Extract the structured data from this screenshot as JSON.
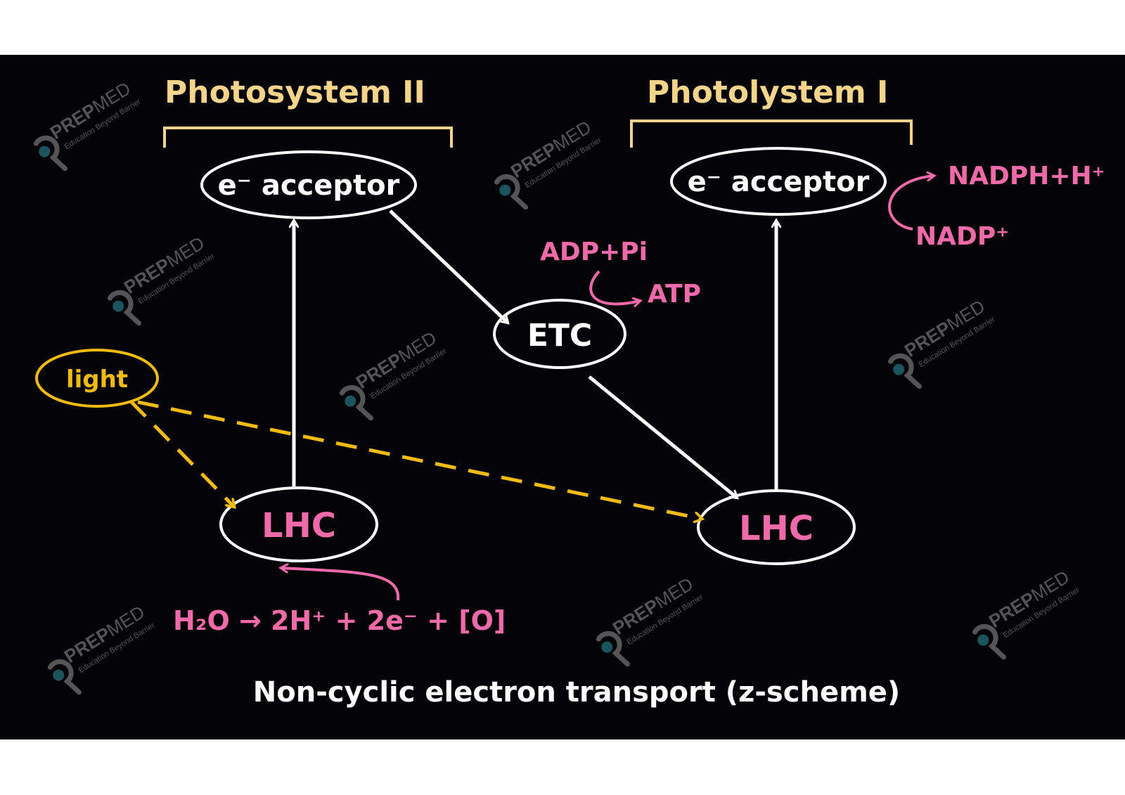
{
  "diagram": {
    "photosystem_2": {
      "label": "Photosystem II"
    },
    "photosystem_1": {
      "label": "Photolystem I"
    },
    "ps2_acceptor": {
      "label": "e⁻ acceptor"
    },
    "ps1_acceptor": {
      "label": "e⁻ acceptor"
    },
    "etc": {
      "label": "ETC"
    },
    "light": {
      "label": "light"
    },
    "lhc_left": {
      "label": "LHC"
    },
    "lhc_right": {
      "label": "LHC"
    },
    "adp_pi": "ADP+Pi",
    "atp": "ATP",
    "nadph": "NADPH+H⁺",
    "nadp": "NADP⁺",
    "water_reaction": "H₂O → 2H⁺ + 2e⁻ + [O]",
    "caption": "Non-cyclic electron transport (z-scheme)"
  },
  "watermark": {
    "brand": "PREPMED",
    "tagline": "Education Beyond Barrier"
  },
  "colors": {
    "board": "#040308",
    "ink": "#ffffff",
    "header": "#f3d48a",
    "pink": "#ef6aa8",
    "light": "#f2bb12",
    "watermark": "#9a9a9a",
    "watermark_accent": "#2f9aa6"
  }
}
